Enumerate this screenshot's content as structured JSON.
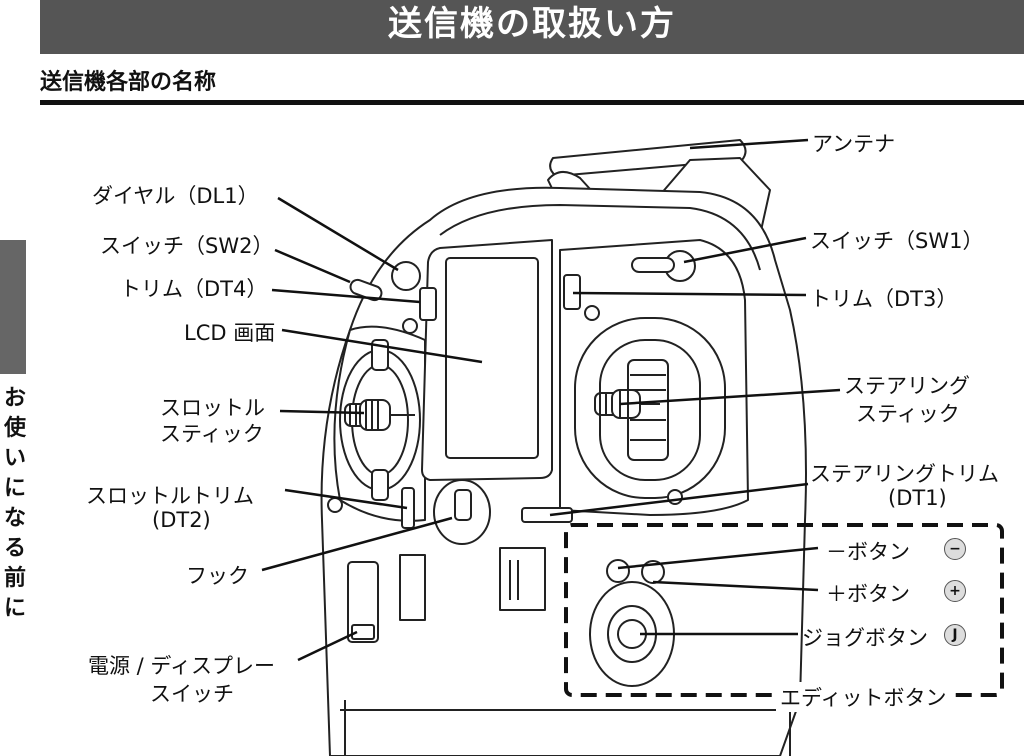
{
  "header": {
    "banner_title": "送信機の取扱い方",
    "section_title": "送信機各部の名称"
  },
  "side_tab": {
    "text": [
      "お",
      "使",
      "い",
      "に",
      "な",
      "る",
      "前",
      "に"
    ]
  },
  "labels": {
    "antenna": "アンテナ",
    "dial_dl1": "ダイヤル（DL1）",
    "switch_sw2": "スイッチ（SW2）",
    "trim_dt4": "トリム（DT4）",
    "lcd_screen": "LCD 画面",
    "throttle_stick_line1": "スロットル",
    "throttle_stick_line2": "スティック",
    "throttle_trim_line1": "スロットルトリム",
    "throttle_trim_line2": "(DT2)",
    "hook": "フック",
    "power_switch_line1": "電源 / ディスプレー",
    "power_switch_line2": "スイッチ",
    "switch_sw1": "スイッチ（SW1）",
    "trim_dt3": "トリム（DT3）",
    "steering_stick_line1": "ステアリング",
    "steering_stick_line2": "スティック",
    "steering_trim_line1": "ステアリングトリム",
    "steering_trim_line2": "(DT1)",
    "minus_button": "－ボタン",
    "plus_button": "＋ボタン",
    "jog_button": "ジョグボタン",
    "edit_buttons": "エディットボタン"
  },
  "badges": {
    "minus": "−",
    "plus": "+",
    "jog": "J"
  }
}
